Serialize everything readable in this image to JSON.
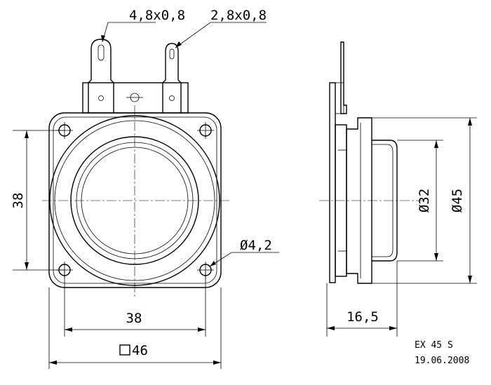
{
  "dimensions": {
    "terminal_large": "4,8x0,8",
    "terminal_small": "2,8x0,8",
    "height_mounting": "38",
    "width_mounting": "38",
    "hole_diameter": "Ø4,2",
    "frame_square": "46",
    "depth": "16,5",
    "dome_diameter": "Ø32",
    "outer_diameter": "Ø45"
  },
  "title_block": {
    "model": "EX 45 S",
    "date": "19.06.2008"
  }
}
